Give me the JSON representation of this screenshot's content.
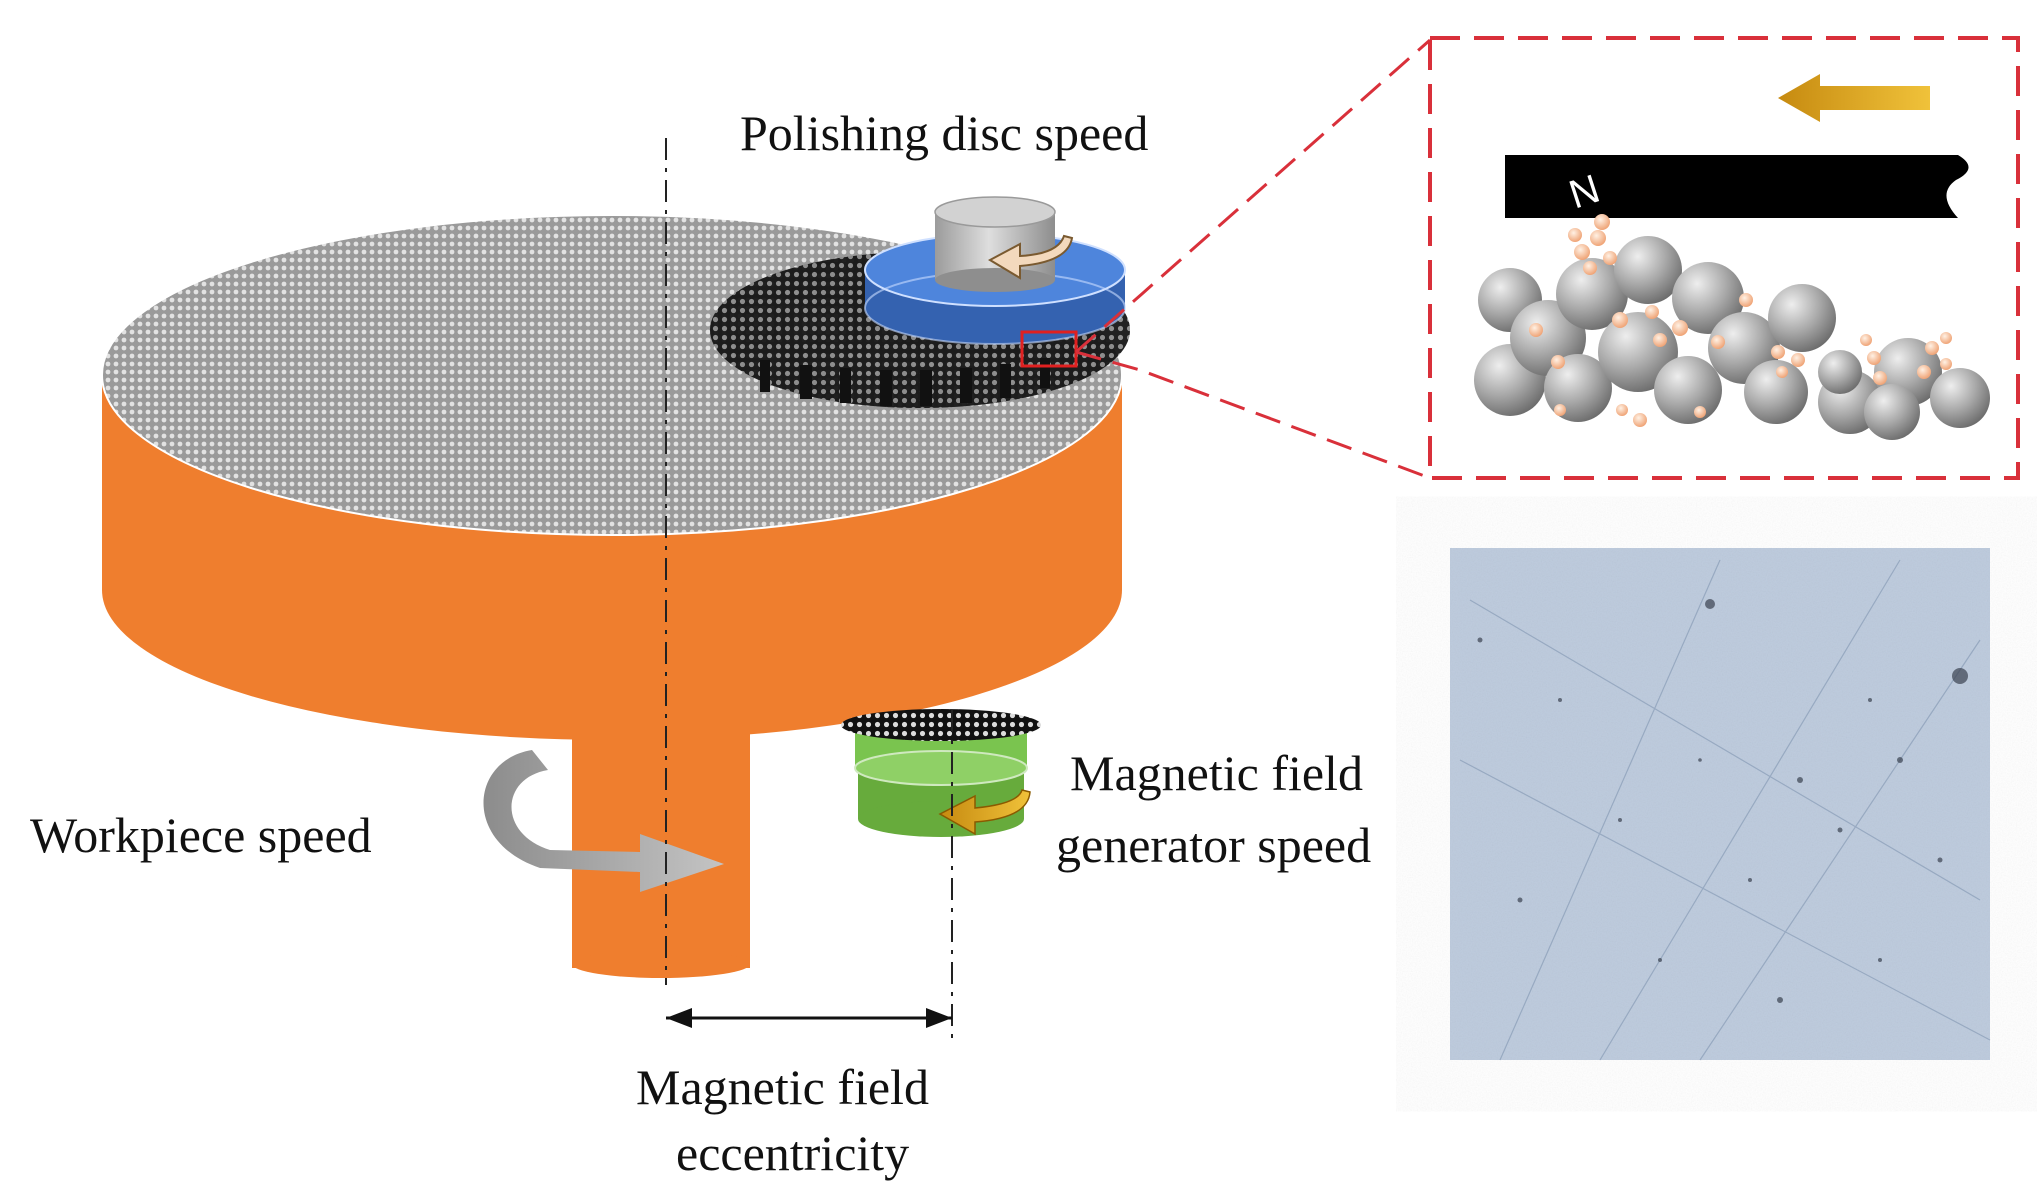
{
  "labels": {
    "polishing_disc_speed": "Polishing disc speed",
    "workpiece_speed": "Workpiece speed",
    "magnetic_field_generator_speed_line1": "Magnetic field",
    "magnetic_field_generator_speed_line2": "generator speed",
    "magnetic_field_eccentricity_line1": "Magnetic field",
    "magnetic_field_eccentricity_line2": "eccentricity",
    "magnet_pole": "N"
  },
  "colors": {
    "workpiece_body": "#ef7e2e",
    "polishing_disc_ring": "#3f72c8",
    "polishing_disc_shaft": "#b3b3b3",
    "magnet_generator": "#72b64a",
    "zoom_box_border": "#d9303a",
    "motion_arrow": "#d6a016",
    "abrasive_particle": "#f0b48f",
    "iron_particle": "#a3a3a3",
    "micrograph_background": "#bccadd"
  }
}
